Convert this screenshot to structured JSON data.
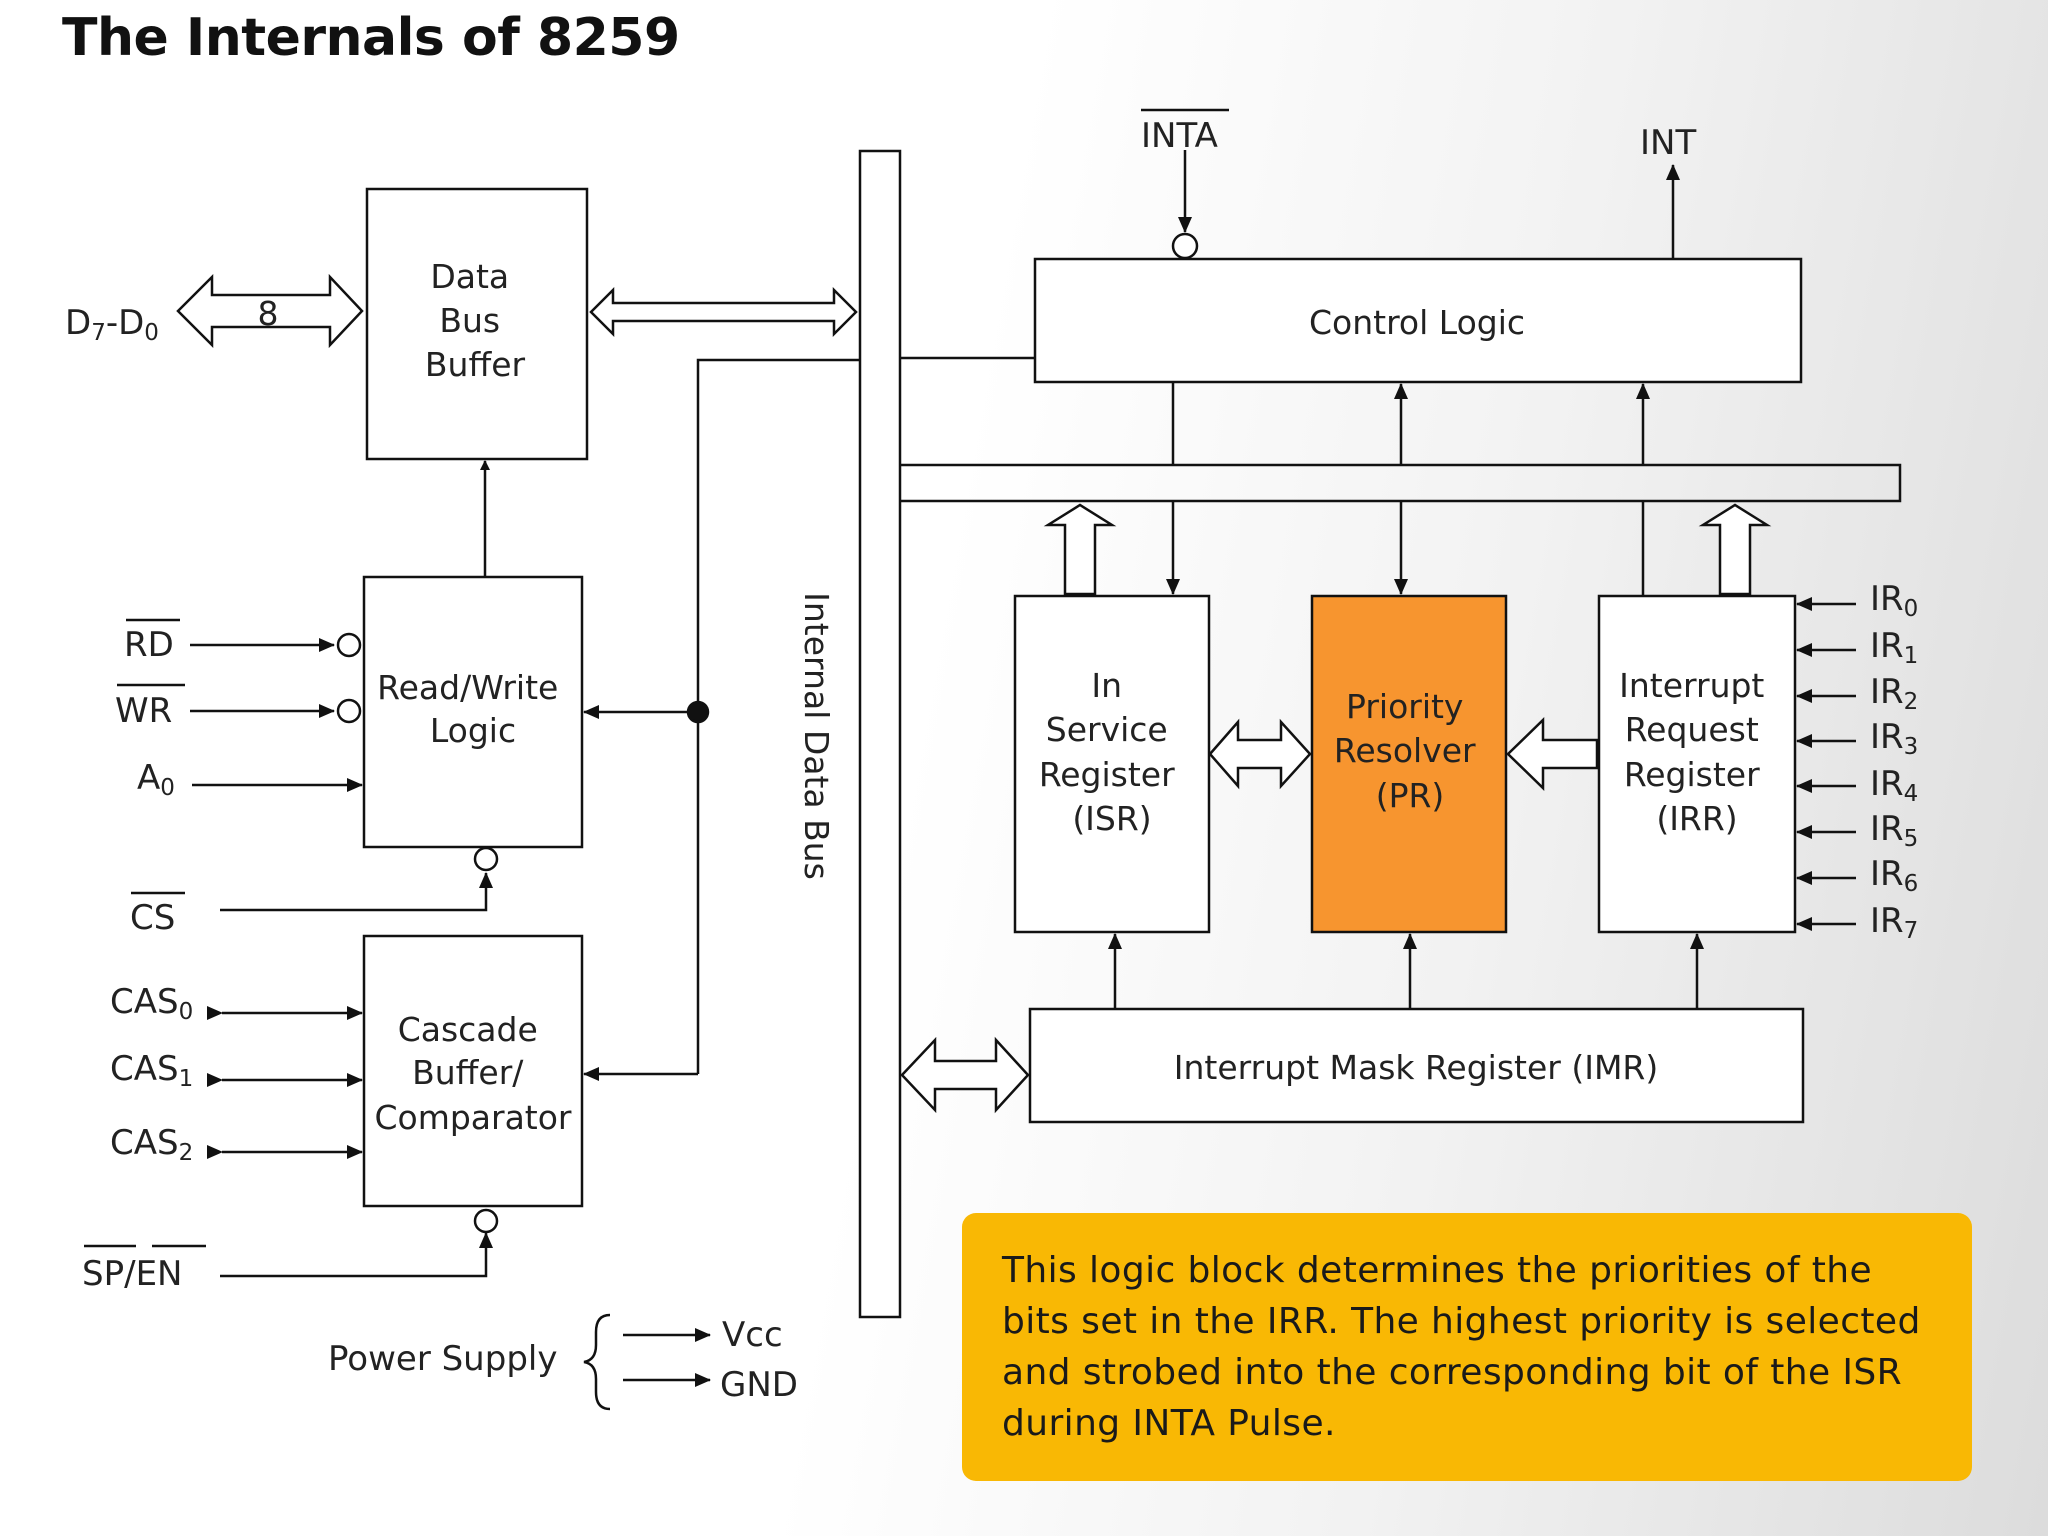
{
  "title": "The Internals of 8259",
  "blocks": {
    "data_bus_buffer": [
      "Data",
      "Bus",
      "Buffer"
    ],
    "read_write_logic": [
      "Read/Write",
      "Logic"
    ],
    "cascade_buffer": [
      "Cascade",
      "Buffer/",
      "Comparator"
    ],
    "control_logic": "Control Logic",
    "isr": [
      "In",
      "Service",
      "Register",
      "(ISR)"
    ],
    "priority_resolver": [
      "Priority",
      "Resolver",
      "(PR)"
    ],
    "irr": [
      "Interrupt",
      "Request",
      "Register",
      "(IRR)"
    ],
    "imr": "Interrupt Mask Register (IMR)",
    "internal_bus": "Internal Data Bus"
  },
  "signals": {
    "data_bus": {
      "main": "D",
      "sub1": "7",
      "dash": "-D",
      "sub2": "0"
    },
    "bus_width": "8",
    "rd": "RD",
    "wr": "WR",
    "a0": {
      "main": "A",
      "sub": "0"
    },
    "cs": "CS",
    "cas": [
      {
        "main": "CAS",
        "sub": "0"
      },
      {
        "main": "CAS",
        "sub": "1"
      },
      {
        "main": "CAS",
        "sub": "2"
      }
    ],
    "sp": "SP",
    "en": "EN",
    "sp_en_sep": "/",
    "inta": "INTA",
    "int": "INT",
    "ir": [
      {
        "main": "IR",
        "sub": "0"
      },
      {
        "main": "IR",
        "sub": "1"
      },
      {
        "main": "IR",
        "sub": "2"
      },
      {
        "main": "IR",
        "sub": "3"
      },
      {
        "main": "IR",
        "sub": "4"
      },
      {
        "main": "IR",
        "sub": "5"
      },
      {
        "main": "IR",
        "sub": "6"
      },
      {
        "main": "IR",
        "sub": "7"
      }
    ]
  },
  "power_supply": {
    "label": "Power Supply",
    "outputs": [
      "Vcc",
      "GND"
    ]
  },
  "note": "This logic block determines the priorities of the bits set in the IRR. The highest priority is selected and strobed into the corresponding bit of the ISR during INTA Pulse.",
  "colors": {
    "priority_resolver": "#f7952f",
    "note_background": "#f9b804"
  }
}
